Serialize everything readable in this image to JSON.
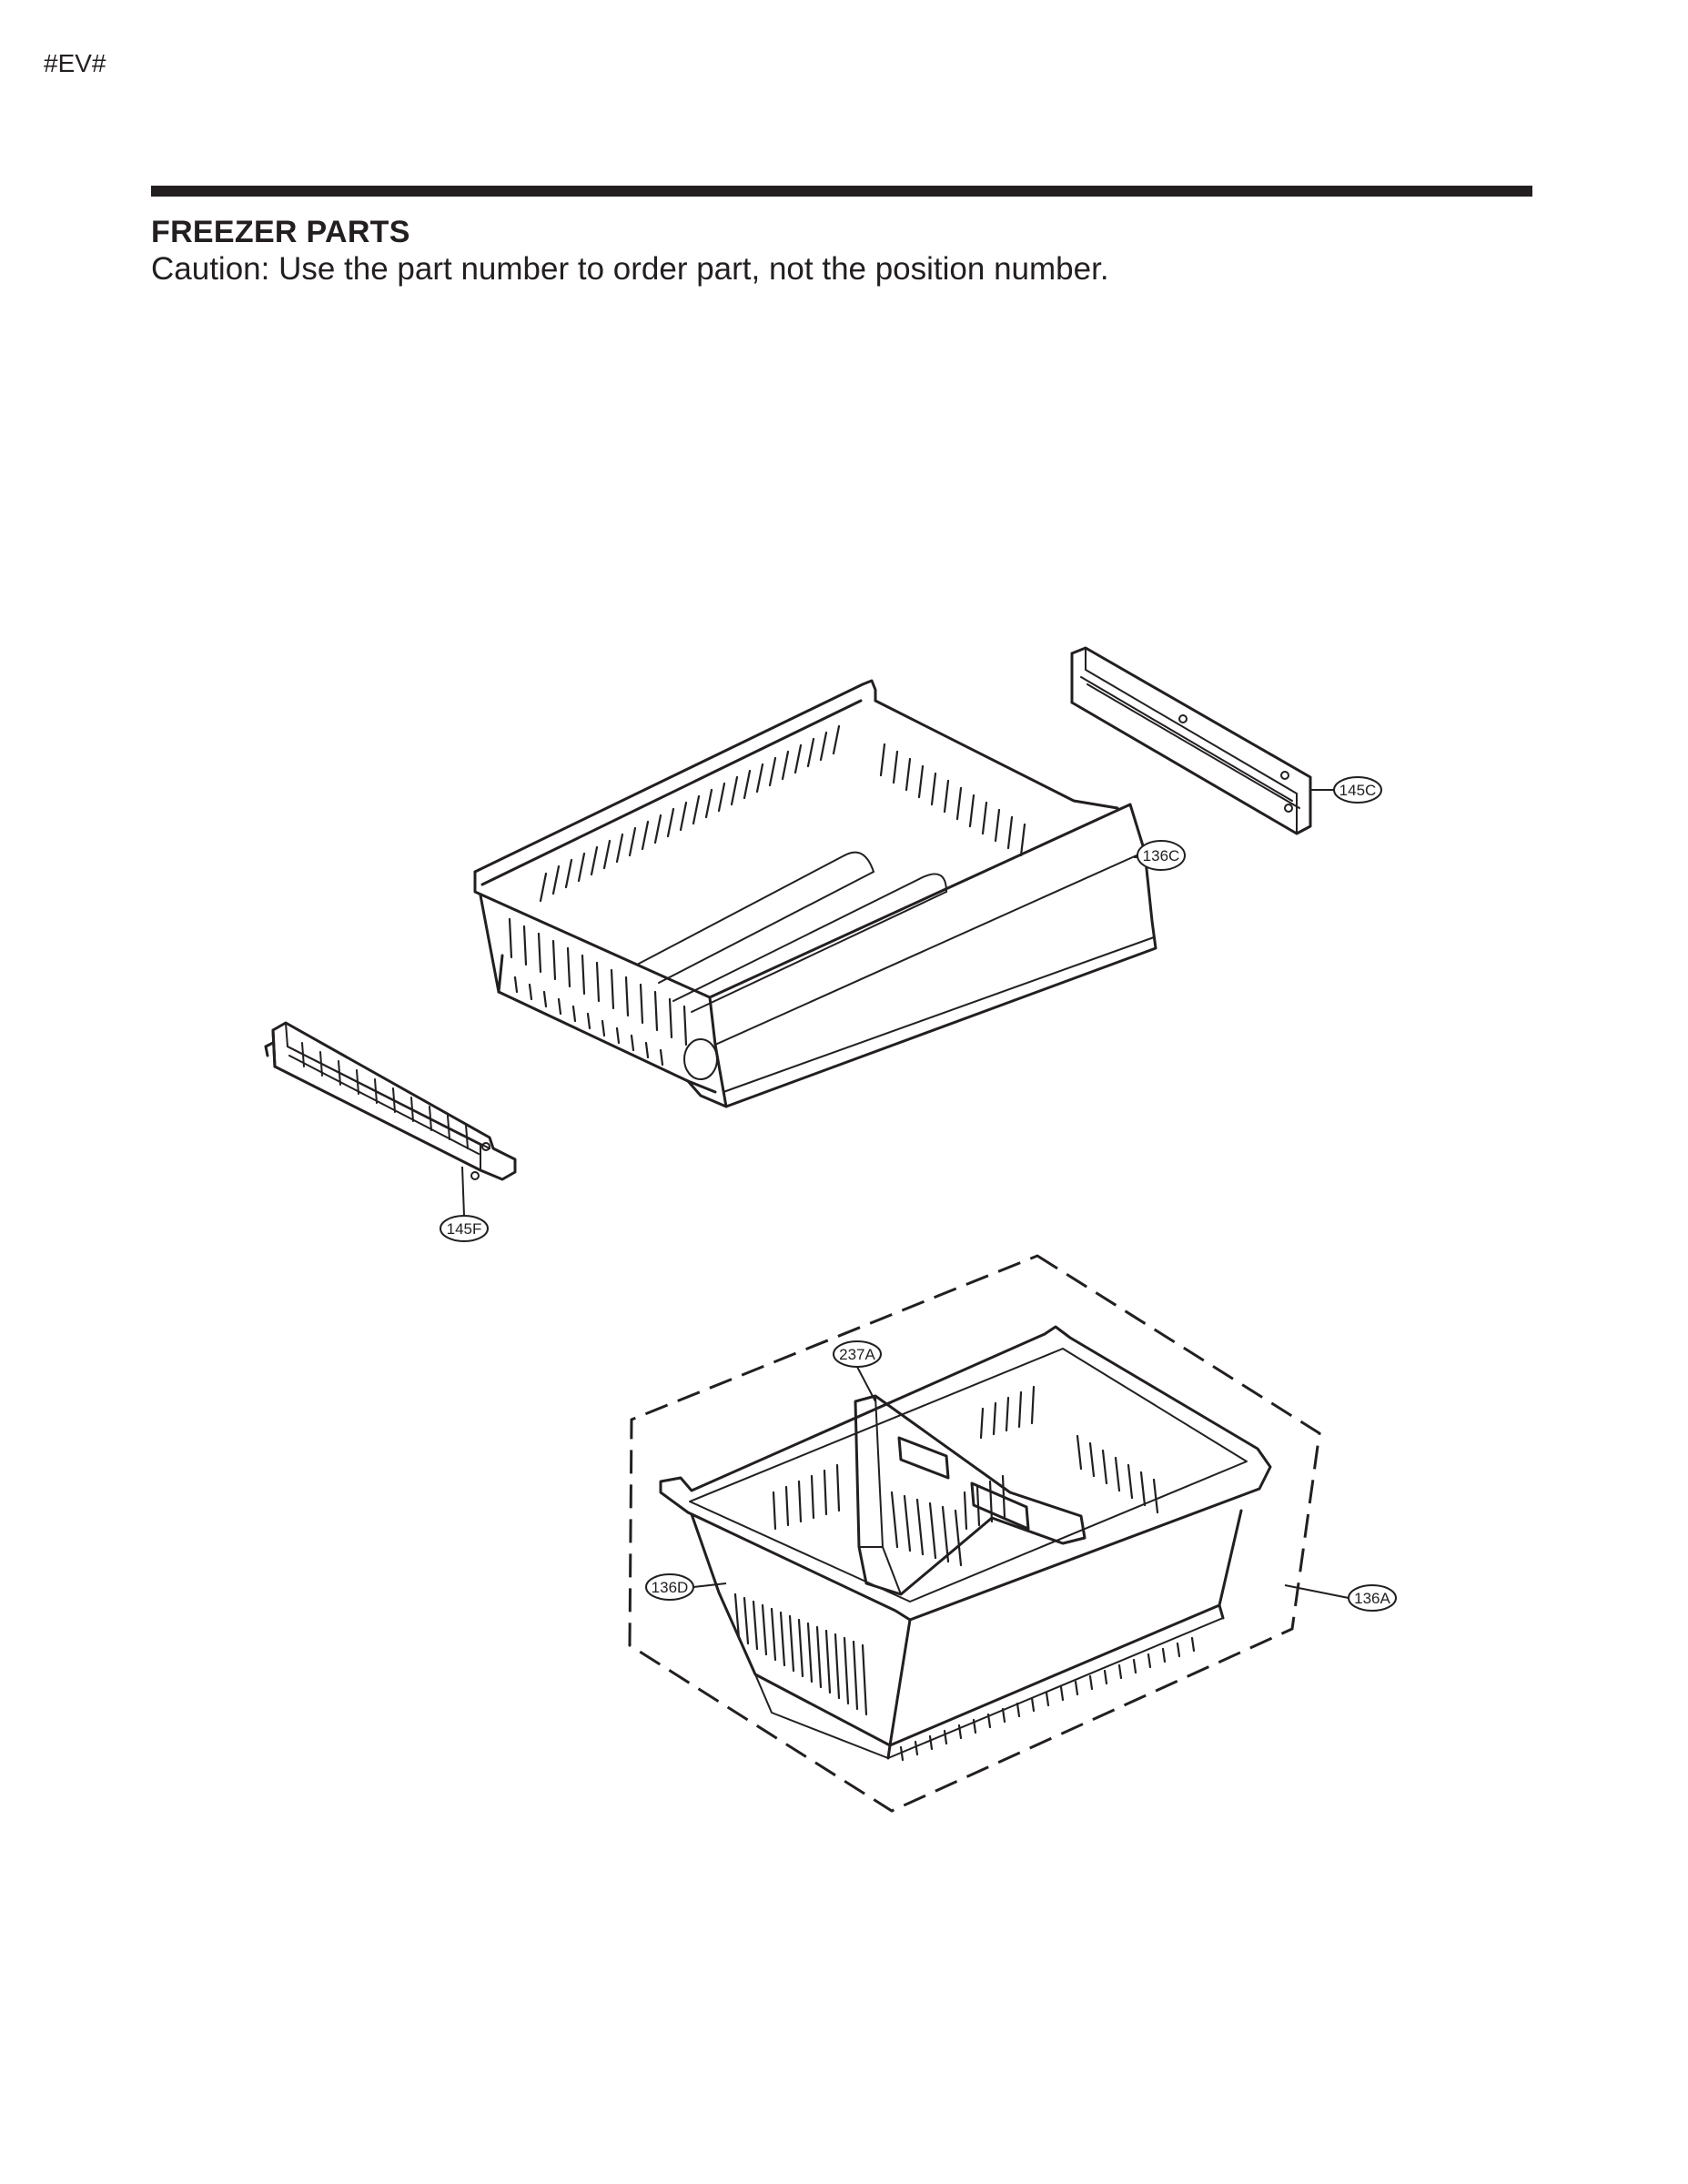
{
  "page": {
    "code": "#EV#",
    "title": "FREEZER PARTS",
    "caution": "Caution: Use the part number to order part, not the position number."
  },
  "diagram": {
    "parts": [
      {
        "id": "145C",
        "label": "145C"
      },
      {
        "id": "136C",
        "label": "136C"
      },
      {
        "id": "145F",
        "label": "145F"
      },
      {
        "id": "237A",
        "label": "237A"
      },
      {
        "id": "136D",
        "label": "136D"
      },
      {
        "id": "136A",
        "label": "136A"
      }
    ]
  }
}
